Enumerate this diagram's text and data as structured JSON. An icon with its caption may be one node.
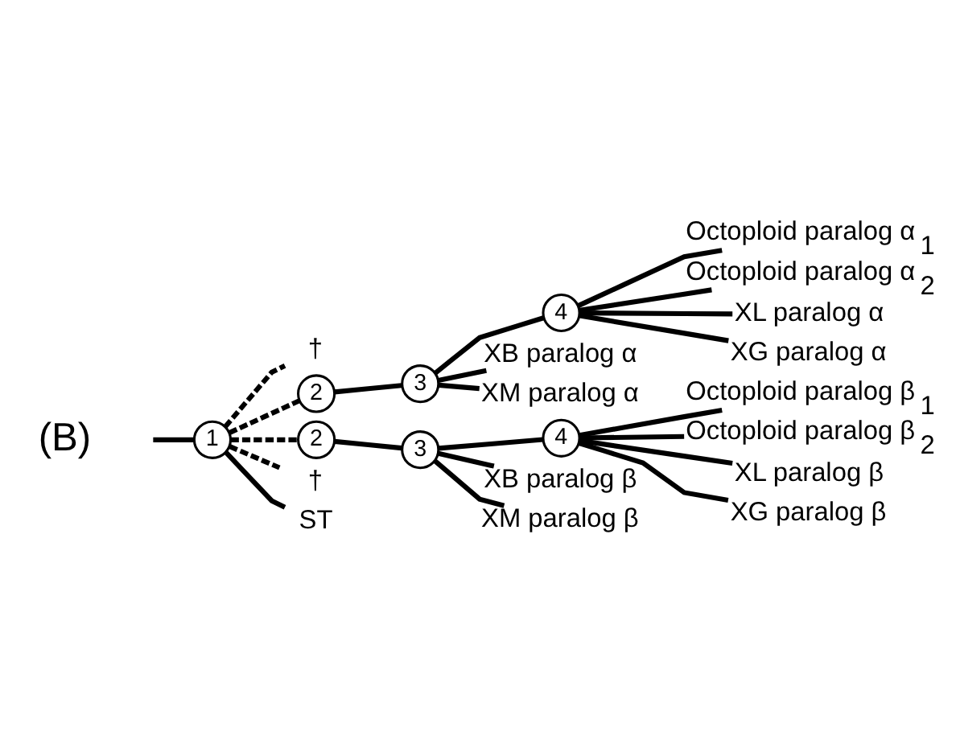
{
  "diagram": {
    "nodes": [
      {
        "text": [
          "1"
        ]
      },
      {
        "text": [
          "†"
        ]
      },
      {
        "text": [
          "2"
        ]
      },
      {
        "text": [
          "3"
        ]
      },
      {
        "text": [
          "4"
        ]
      },
      {
        "text": [
          "Octoploid paralog α$_{1}$"
        ]
      },
      {
        "text": [
          "Octoploid paralog α$_{2}$"
        ]
      },
      {
        "text": [
          "XL paralog α"
        ]
      },
      {
        "text": [
          "XG paralog α"
        ]
      },
      {
        "text": [
          "XB paralog α"
        ]
      },
      {
        "text": [
          "XM paralog α"
        ]
      },
      {
        "text": [
          "2"
        ]
      },
      {
        "text": [
          "3"
        ]
      },
      {
        "text": [
          "4"
        ]
      },
      {
        "text": [
          "Octoploid paralog β$_{1}$"
        ]
      },
      {
        "text": [
          "Octoploid paralog β$_{2}$"
        ]
      },
      {
        "text": [
          "XL paralog β"
        ]
      },
      {
        "text": [
          "XG paralog β"
        ]
      },
      {
        "text": [
          "XB paralog β"
        ]
      },
      {
        "text": [
          "XM paralog β"
        ]
      },
      {
        "text": [
          "†"
        ]
      },
      {
        "text": [
          "ST"
        ]
      }
    ],
    "edges": [
      {
        "from": null,
        "to": 0,
        "arrow": "none"
      },
      {
        "from": 0,
        "to": 21,
        "arrow": "none"
      },
      {
        "from": 0,
        "to": 1,
        "arrow": "none",
        "style": "dashed"
      },
      {
        "from": 0,
        "to": 2,
        "arrow": "none",
        "style": "dashed"
      },
      {
        "from": 2,
        "to": 3,
        "arrow": "none"
      },
      {
        "from": 3,
        "to": 4,
        "arrow": "none"
      },
      {
        "from": 4,
        "to": 5,
        "arrow": "none"
      },
      {
        "from": 4,
        "to": 6,
        "arrow": "none"
      },
      {
        "from": 4,
        "to": 7,
        "arrow": "none"
      },
      {
        "from": 4,
        "to": 8,
        "arrow": "none"
      },
      {
        "from": 3,
        "to": 9,
        "arrow": "none"
      },
      {
        "from": 3,
        "to": 10,
        "arrow": "none"
      },
      {
        "from": 0,
        "to": 11,
        "arrow": "none",
        "style": "dashed"
      },
      {
        "from": 11,
        "to": 12,
        "arrow": "none"
      },
      {
        "from": 12,
        "to": 13,
        "arrow": "none"
      },
      {
        "from": 13,
        "to": 14,
        "arrow": "none"
      },
      {
        "from": 13,
        "to": 15,
        "arrow": "none"
      },
      {
        "from": 13,
        "to": 16,
        "arrow": "none"
      },
      {
        "from": 13,
        "to": 17,
        "arrow": "none"
      },
      {
        "from": 12,
        "to": 18,
        "arrow": "none"
      },
      {
        "from": 12,
        "to": 19,
        "arrow": "none"
      },
      {
        "from": 0,
        "to": 20,
        "arrow": "none",
        "style": "dashed"
      }
    ],
    "labels": [
      "(B)"
    ]
  }
}
